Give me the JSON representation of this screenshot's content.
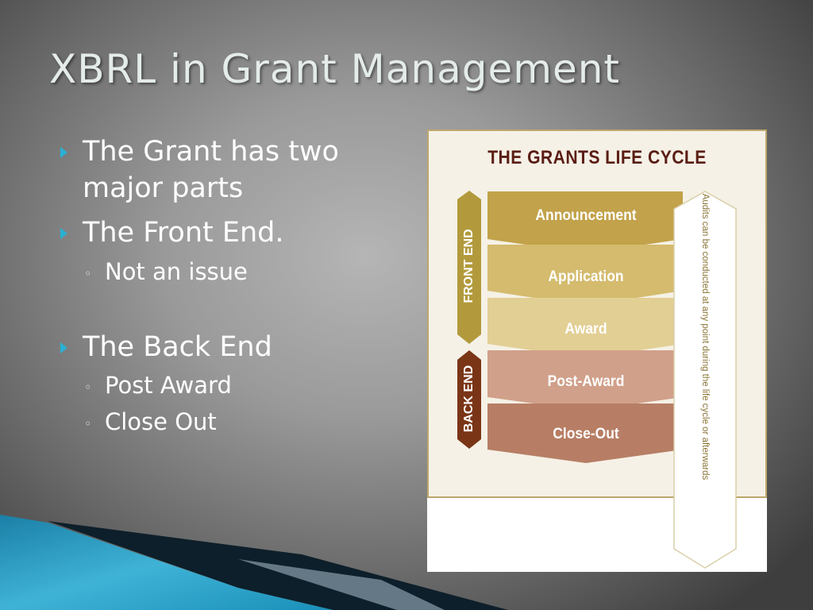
{
  "slide": {
    "title": "XBRL in Grant Management"
  },
  "bullets": [
    {
      "level": 1,
      "text": "The Grant has two major parts"
    },
    {
      "level": 1,
      "text": "The Front End."
    },
    {
      "level": 2,
      "text": "Not an issue"
    },
    {
      "level": 1,
      "text": "The Back End"
    },
    {
      "level": 2,
      "text": "Post Award"
    },
    {
      "level": 2,
      "text": "Close Out"
    }
  ],
  "figure": {
    "title": "THE GRANTS LIFE CYCLE",
    "stages": [
      {
        "label": "Announcement",
        "color": "#c2a24a"
      },
      {
        "label": "Application",
        "color": "#d4bb6e"
      },
      {
        "label": "Award",
        "color": "#e2cf94"
      },
      {
        "label": "Post-Award",
        "color": "#d0a08a"
      },
      {
        "label": "Close-Out",
        "color": "#b77e65"
      }
    ],
    "front_end_label": "FRONT END",
    "back_end_label": "BACK END",
    "front_end_color": "#b29a3c",
    "back_end_color": "#7a3517",
    "audit_note": "Audits can be conducted at any point during the life cycle or afterwards"
  },
  "colors": {
    "bullet_arrow": "#2ab0d3",
    "title_text": "#e4ece9",
    "figure_title": "#5a1d14"
  }
}
